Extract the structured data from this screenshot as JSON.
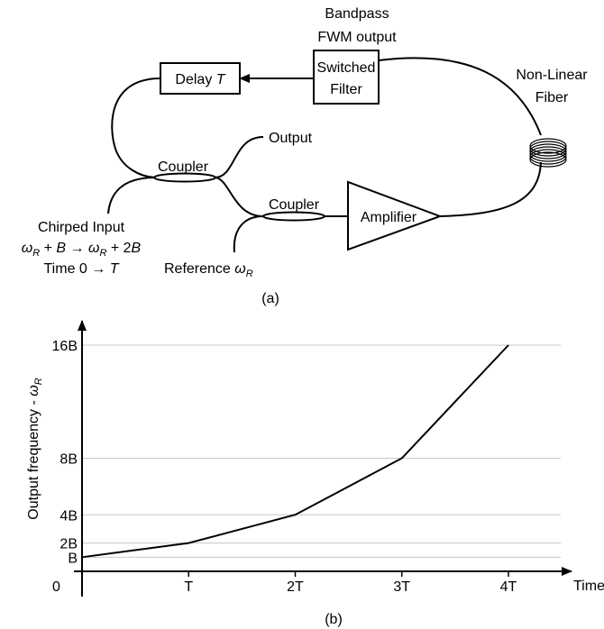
{
  "panel_a": {
    "caption": "(a)",
    "delay_box": {
      "label": "Delay",
      "var": "T"
    },
    "filter_box": {
      "line1": "Switched",
      "line2": "Filter"
    },
    "filter_caption": {
      "line1": "Bandpass",
      "line2": "FWM output"
    },
    "fiber_label": {
      "line1": "Non-Linear",
      "line2": "Fiber"
    },
    "output_label": "Output",
    "coupler_top_label": "Coupler",
    "coupler_bottom_label": "Coupler",
    "amplifier_label": "Amplifier",
    "chirped_input": {
      "line1": "Chirped Input",
      "line2": {
        "w1": "ω",
        "s1": "R",
        "mid": " + ",
        "b1": "B",
        "arrow": " → ",
        "w2": "ω",
        "s2": "R",
        "mid2": " + 2",
        "b2": "B"
      },
      "line3": {
        "pre": "Time 0 → ",
        "t": "T"
      }
    },
    "reference": {
      "text": "Reference ",
      "w": "ω",
      "s": "R"
    }
  },
  "panel_b": {
    "caption": "(b)"
  },
  "chart_data": {
    "type": "line",
    "x": [
      "0",
      "T",
      "2T",
      "3T",
      "4T"
    ],
    "x_positions": [
      0,
      1,
      2,
      3,
      4
    ],
    "series": [
      {
        "values": [
          1,
          2,
          4,
          8,
          16
        ]
      }
    ],
    "xlabel": "Time",
    "ylabel": {
      "text": "Output frequency - ",
      "w": "ω",
      "s": "R"
    },
    "y_ticks": [
      {
        "label": "B",
        "value": 1
      },
      {
        "label": "2B",
        "value": 2
      },
      {
        "label": "4B",
        "value": 4
      },
      {
        "label": "8B",
        "value": 8
      },
      {
        "label": "16B",
        "value": 16
      }
    ],
    "origin_label": "0",
    "xlim": [
      0,
      4
    ],
    "ylim": [
      0,
      16
    ],
    "grid": true
  }
}
